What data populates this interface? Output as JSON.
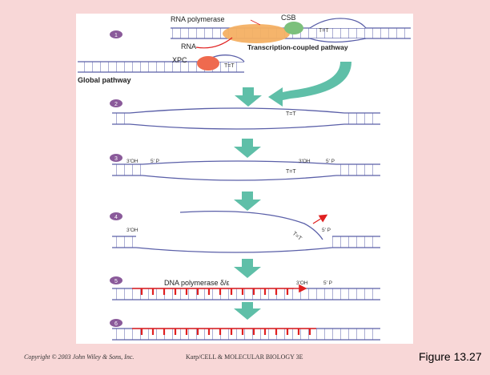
{
  "diagram": {
    "labels": {
      "rna_polymerase": "RNA polymerase",
      "csb": "CSB",
      "tt": "T=T",
      "rna": "RNA",
      "transcription_coupled": "Transcription-coupled pathway",
      "xpc": "XPC",
      "global": "Global pathway",
      "oh3": "3'OH",
      "p5": "5' P",
      "dna_polymerase": "DNA polymerase δ/ε"
    },
    "steps": [
      "1",
      "2",
      "3",
      "4",
      "5",
      "6"
    ]
  },
  "footer": {
    "copyright": "Copyright © 2003 John Wiley & Sons, Inc.",
    "course": "Karp/CELL & MOLECULAR BIOLOGY 3E",
    "figure": "Figure 13.27"
  },
  "colors": {
    "background": "#f8d7d7",
    "strand": "#5a5fa8",
    "arrow": "#5fbfa8",
    "rna_polymerase": "#f4b063",
    "csb": "#7cc07c",
    "xpc": "#ef6a4e",
    "new_dna": "#e02020",
    "step_badge": "#8a5a9a"
  }
}
